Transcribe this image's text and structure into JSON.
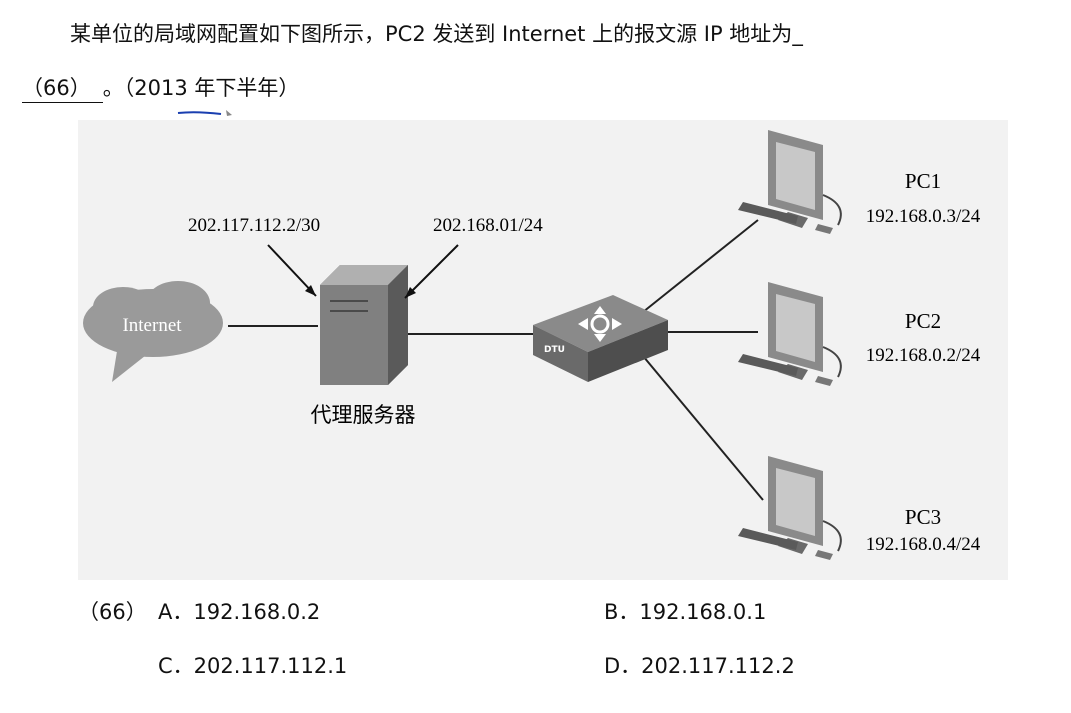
{
  "question": {
    "line1": "某单位的局域网配置如下图所示，PC2 发送到 Internet 上的报文源 IP 地址为",
    "blank_label": "（66）",
    "line2_suffix": "。（2013 年下半年）"
  },
  "diagram": {
    "cloud_label": "Internet",
    "proxy_label": "代理服务器",
    "proxy_wan_ip": "202.117.112.2/30",
    "proxy_lan_ip": "202.168.01/24",
    "switch_label": "DTU",
    "pcs": [
      {
        "name": "PC1",
        "ip": "192.168.0.3/24"
      },
      {
        "name": "PC2",
        "ip": "192.168.0.2/24"
      },
      {
        "name": "PC3",
        "ip": "192.168.0.4/24"
      }
    ]
  },
  "answers": {
    "number": "（66）",
    "options": [
      {
        "label": "A．192.168.0.2"
      },
      {
        "label": "B．192.168.0.1"
      },
      {
        "label": "C．202.117.112.1"
      },
      {
        "label": "D．202.117.112.2"
      }
    ]
  }
}
